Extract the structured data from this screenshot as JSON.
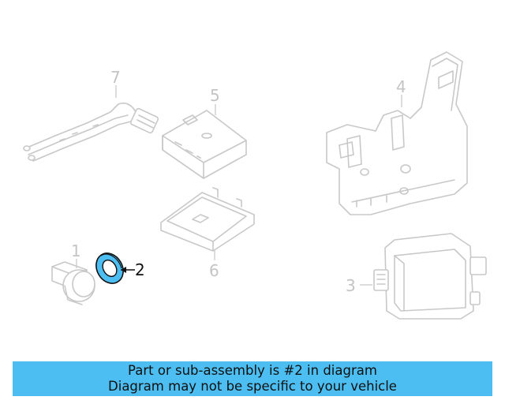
{
  "callouts": {
    "c1": "1",
    "c2": "2",
    "c3": "3",
    "c4": "4",
    "c5": "5",
    "c6": "6",
    "c7": "7"
  },
  "highlight_color": "#4dbef2",
  "banner": {
    "line1": "Part or sub-assembly is #2 in diagram",
    "line2": "Diagram may not be specific to your vehicle"
  }
}
